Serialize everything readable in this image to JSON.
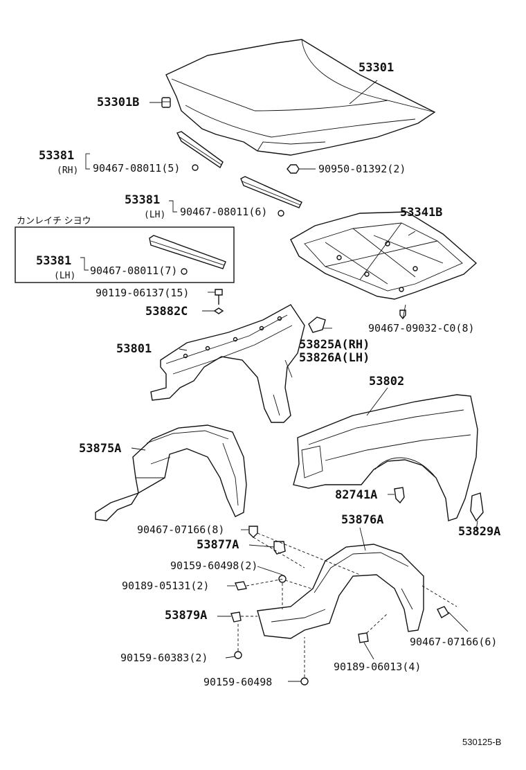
{
  "labels": {
    "hood": "53301",
    "hood_bumper": "53301B",
    "seal_rh": "53381",
    "seal_rh_side": "(RH)",
    "seal_rh_clip": "90467-08011(5)",
    "grommet_nut": "90950-01392(2)",
    "seal_lh": "53381",
    "seal_lh_side": "(LH)",
    "seal_lh_clip": "90467-08011(6)",
    "insulator": "53341B",
    "cold_area_heading": "カンレイチ シヨウ",
    "cold_seal": "53381",
    "cold_seal_side": "(LH)",
    "cold_seal_clip": "90467-08011(7)",
    "bolt_15": "90119-06137(15)",
    "washer": "53882C",
    "insulator_clip": "90467-09032-C0(8)",
    "apron": "53801",
    "bracket_rh": "53825A(RH)",
    "bracket_lh": "53826A(LH)",
    "fender": "53802",
    "liner_left": "53875A",
    "fender_clip": "82741A",
    "liner_clip_8": "90467-07166(8)",
    "liner_right": "53876A",
    "mud_guard": "53829A",
    "retainer": "53877A",
    "screw_a": "90159-60498(2)",
    "screw_b": "90189-05131(2)",
    "seal_flap": "53879A",
    "screw_c": "90159-60383(2)",
    "screw_d": "90159-60498",
    "liner_clip_6": "90467-07166(6)",
    "screw_e": "90189-06013(4)",
    "diagram_code": "530125-B"
  }
}
